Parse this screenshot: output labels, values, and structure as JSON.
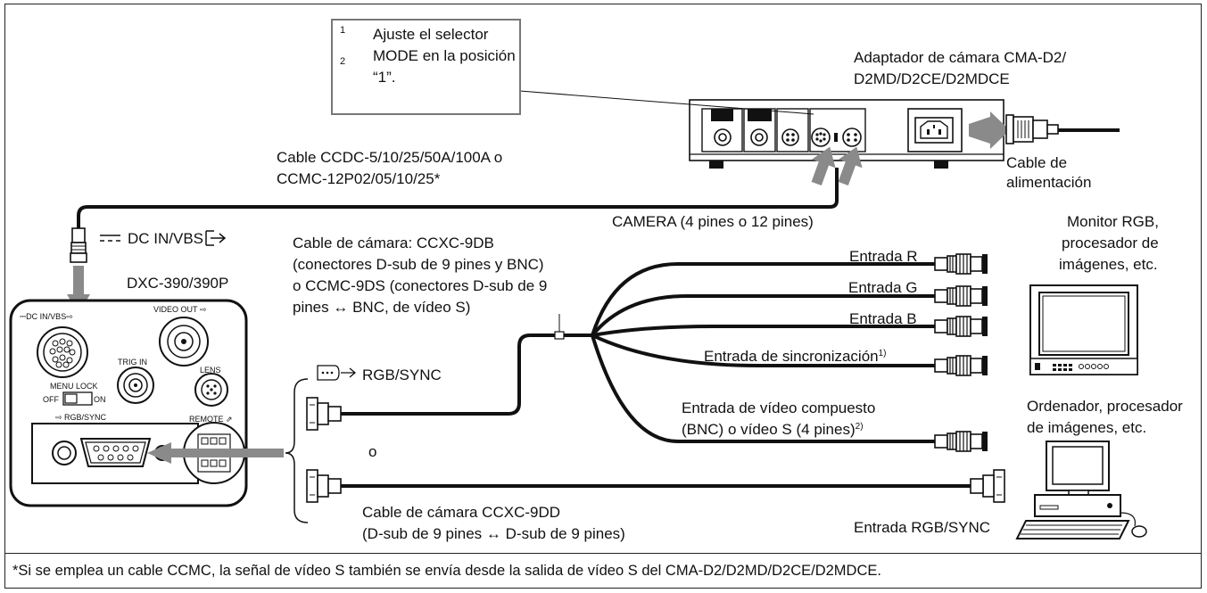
{
  "mode_note": {
    "lines": [
      "Ajuste el selector",
      "MODE en la posición",
      "“1”."
    ],
    "switch_labels": [
      "1",
      "2"
    ]
  },
  "adapter": {
    "lines": [
      "Adaptador de cámara CMA-D2/",
      "D2MD/D2CE/D2MDCE"
    ]
  },
  "power_cable": {
    "lines": [
      "Cable de",
      "alimentación"
    ]
  },
  "ccdc_cable": {
    "lines": [
      "Cable CCDC-5/10/25/50A/100A o",
      "CCMC-12P02/05/10/25*"
    ]
  },
  "camera_connector": "CAMERA (4 pines o 12 pines)",
  "dc_in": {
    "symbol": "⎓",
    "label": "DC IN/VBS",
    "arrow": "⇨"
  },
  "camera_model": "DXC-390/390P",
  "camera_panel": {
    "dc_label": "⎓DC IN/VBS⇨",
    "video_out": "VIDEO OUT ⇨",
    "trig_in": "TRIG IN",
    "lens": "LENS",
    "menu_lock": "MENU LOCK",
    "off": "OFF",
    "on": "ON",
    "rgb_sync": "⇨ RGB/SYNC",
    "remote": "REMOTE ⇗"
  },
  "camera_cable_9db": {
    "lines": [
      "Cable de cámara: CCXC-9DB",
      "(conectores D-sub de 9 pines y BNC)",
      "o CCMC-9DS (conectores D-sub de 9",
      "pines ↔ BNC, de vídeo S)"
    ]
  },
  "rgb_sync_label": "RGB/SYNC",
  "or_label": "o",
  "inputs": {
    "r": "Entrada R",
    "g": "Entrada G",
    "b": "Entrada B",
    "sync": "Entrada de sincronización",
    "sync_note": "1)",
    "composite_lines": [
      "Entrada de vídeo compuesto",
      "(BNC) o vídeo S (4 pines)"
    ],
    "composite_note": "2)"
  },
  "monitor": {
    "lines": [
      "Monitor RGB,",
      "procesador de",
      "imágenes, etc."
    ]
  },
  "computer": {
    "lines": [
      "Ordenador, procesador",
      "de imágenes, etc."
    ]
  },
  "camera_cable_9dd": {
    "lines": [
      "Cable de cámara CCXC-9DD",
      "(D-sub de 9 pines ↔ D-sub de 9 pines)"
    ]
  },
  "rgb_sync_input": "Entrada RGB/SYNC",
  "footnote": "*Si se emplea un cable CCMC, la señal de vídeo S también se envía desde la salida de vídeo S del CMA-D2/D2MD/D2CE/D2MDCE.",
  "colors": {
    "line": "#111111",
    "arrow": "#888888",
    "panel": "#ffffff"
  }
}
